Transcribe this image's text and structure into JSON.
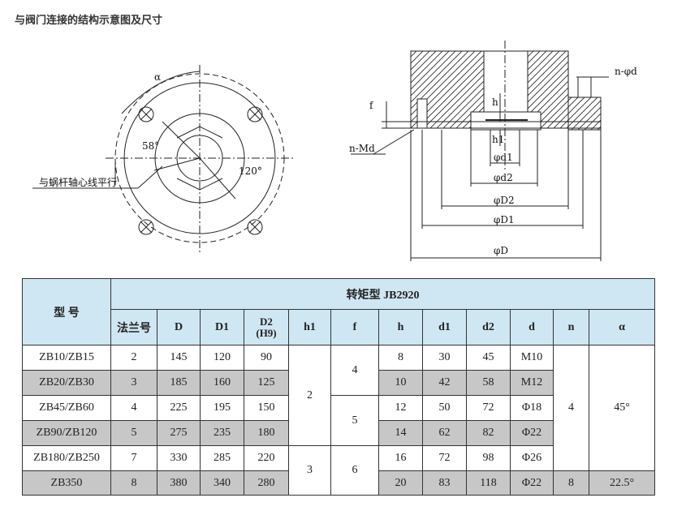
{
  "title": "与阀门连接的结构示意图及尺寸",
  "drawing_labels": {
    "alpha": "α",
    "angle_58": "58°",
    "angle_120": "120°",
    "parallel_note": "与蜗杆轴心线平行",
    "f": "f",
    "n_Md": "n-Md",
    "h": "h",
    "h1": "h1",
    "n_phi_d": "n-φd",
    "phi_d1": "φd1",
    "phi_d2": "φd2",
    "phi_D2": "φD2",
    "phi_D1": "φD1",
    "phi_D": "φD"
  },
  "table": {
    "model_header": "型  号",
    "group_header": "转矩型  JB2920",
    "col_flange": "法兰号",
    "col_D": "D",
    "col_D1": "D1",
    "col_D2": "D2",
    "col_D2_sub": "(H9)",
    "col_h1": "h1",
    "col_f": "f",
    "col_h": "h",
    "col_d1": "d1",
    "col_d2": "d2",
    "col_d": "d",
    "col_n": "n",
    "col_alpha": "α",
    "rows": [
      {
        "model": "ZB10/ZB15",
        "flange": "2",
        "D": "145",
        "D1": "120",
        "D2": "90",
        "h": "8",
        "d1": "30",
        "d2": "45",
        "d": "M10"
      },
      {
        "model": "ZB20/ZB30",
        "flange": "3",
        "D": "185",
        "D1": "160",
        "D2": "125",
        "h": "10",
        "d1": "42",
        "d2": "58",
        "d": "M12"
      },
      {
        "model": "ZB45/ZB60",
        "flange": "4",
        "D": "225",
        "D1": "195",
        "D2": "150",
        "h": "12",
        "d1": "50",
        "d2": "72",
        "d": "Φ18"
      },
      {
        "model": "ZB90/ZB120",
        "flange": "5",
        "D": "275",
        "D1": "235",
        "D2": "180",
        "h": "14",
        "d1": "62",
        "d2": "82",
        "d": "Φ22"
      },
      {
        "model": "ZB180/ZB250",
        "flange": "7",
        "D": "330",
        "D1": "285",
        "D2": "220",
        "h": "16",
        "d1": "72",
        "d2": "98",
        "d": "Φ26"
      },
      {
        "model": "ZB350",
        "flange": "8",
        "D": "380",
        "D1": "340",
        "D2": "280",
        "h": "20",
        "d1": "83",
        "d2": "118",
        "d": "Φ22",
        "n": "8",
        "alpha": "22.5°"
      }
    ],
    "h1_values": [
      "2",
      "3"
    ],
    "f_values": [
      "4",
      "5",
      "6"
    ],
    "n_merged": "4",
    "alpha_merged": "45°"
  }
}
